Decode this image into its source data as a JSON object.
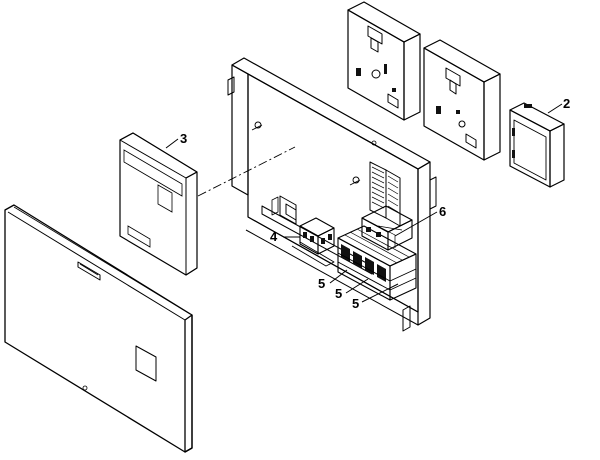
{
  "diagram": {
    "callouts": [
      {
        "id": "2",
        "text": "2"
      },
      {
        "id": "3",
        "text": "3"
      },
      {
        "id": "4",
        "text": "4"
      },
      {
        "id": "5a",
        "text": "5"
      },
      {
        "id": "5b",
        "text": "5"
      },
      {
        "id": "5c",
        "text": "5"
      },
      {
        "id": "6",
        "text": "6"
      }
    ]
  }
}
